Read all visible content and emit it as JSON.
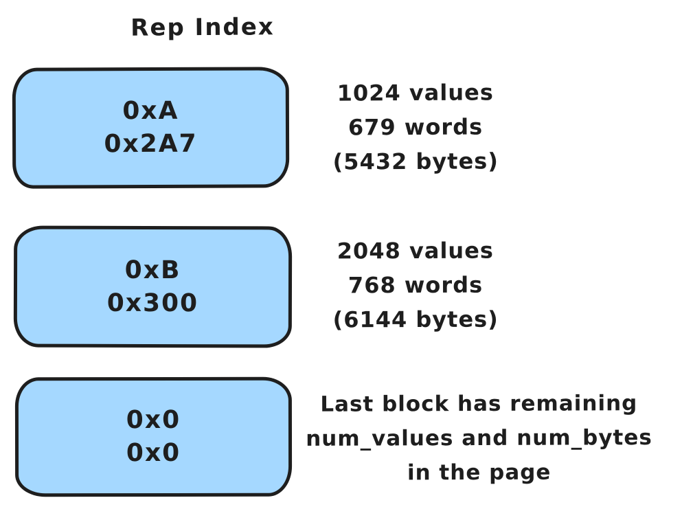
{
  "diagram": {
    "title": "Rep Index",
    "colors": {
      "block_fill": "#a5d8ff",
      "stroke": "#1e1e1e",
      "background": "#ffffff"
    },
    "blocks": [
      {
        "lines": [
          "0xA",
          "0x2A7"
        ],
        "annotation": [
          "1024 values",
          "679 words",
          "(5432 bytes)"
        ]
      },
      {
        "lines": [
          "0xB",
          "0x300"
        ],
        "annotation": [
          "2048 values",
          "768 words",
          "(6144 bytes)"
        ]
      },
      {
        "lines": [
          "0x0",
          "0x0"
        ],
        "annotation": [
          "Last block has remaining",
          "num_values and num_bytes",
          "in the page"
        ]
      }
    ]
  }
}
